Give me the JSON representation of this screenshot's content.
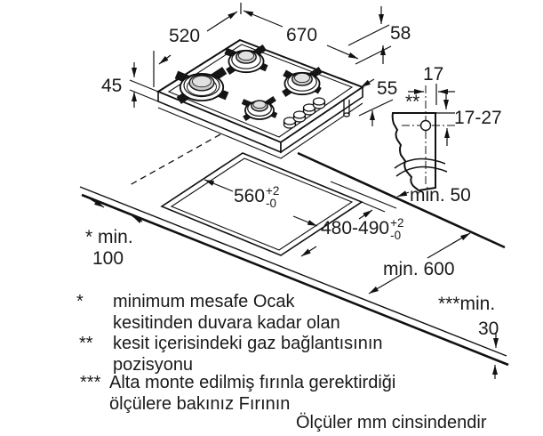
{
  "drawing": {
    "dim_width_top": "520",
    "dim_length_top": "670",
    "dim_height_side": "58",
    "dim_build_in_depth": "45",
    "dim_gas_pipe_height": "55",
    "dim_gas_offset": "17",
    "gas_position_marker": "**",
    "dim_gas_depth_range": "17-27",
    "min_distance_right": "min. 50",
    "cutout_width": {
      "value": "560",
      "tol_plus": "+2",
      "tol_minus": "-0"
    },
    "cutout_depth": {
      "value": "480-490",
      "tol_plus": "+2",
      "tol_minus": "-0"
    },
    "min_counter_depth": "min. 600",
    "min_wall_distance": {
      "line1": "* min.",
      "line2": "100"
    },
    "min_thickness": {
      "line1": "***min.",
      "line2": "30"
    }
  },
  "footnotes": [
    {
      "marker": "*",
      "lines": [
        "minimum mesafe Ocak",
        "kesitinden duvara kadar olan"
      ]
    },
    {
      "marker": "**",
      "lines": [
        "kesit içerisindeki gaz bağlantısının",
        "pozisyonu"
      ]
    },
    {
      "marker": "***",
      "lines": [
        "Alta monte edilmiş fırınla gerektirdiği",
        "ölçülere bakınız Fırının"
      ]
    }
  ],
  "units_note": "Ölçüler mm cinsindendir",
  "colors": {
    "line": "#111111",
    "burner_cap": "#c9c9c9",
    "burner_cap_top": "#e0e0e0",
    "fin": "#151515"
  }
}
